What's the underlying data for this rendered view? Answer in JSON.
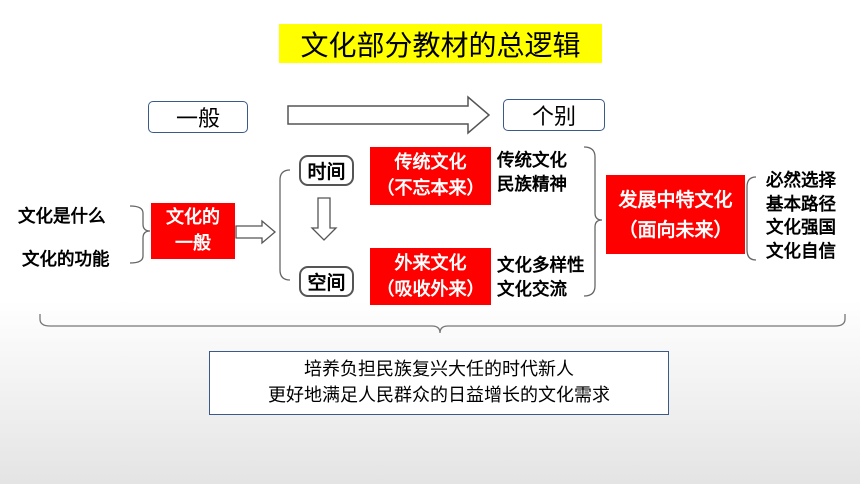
{
  "title": "文化部分教材的总逻辑",
  "top_row": {
    "general": "一般",
    "individual": "个别"
  },
  "left_items": [
    "文化是什么",
    "文化的功能"
  ],
  "general_culture": [
    "文化的",
    "一般"
  ],
  "time_label": "时间",
  "space_label": "空间",
  "traditional_culture": [
    "传统文化",
    "（不忘本来）"
  ],
  "foreign_culture": [
    "外来文化",
    "（吸收外来）"
  ],
  "traditional_points": [
    "传统文化",
    "民族精神"
  ],
  "foreign_points": [
    "文化多样性",
    "文化交流"
  ],
  "development_culture": [
    "发展中特文化",
    "（面向未来）"
  ],
  "right_points": [
    "必然选择",
    "基本路径",
    "文化强国",
    "文化自信"
  ],
  "goals": [
    "培养负担民族复兴大任的时代新人",
    "更好地满足人民群众的日益增长的文化需求"
  ]
}
